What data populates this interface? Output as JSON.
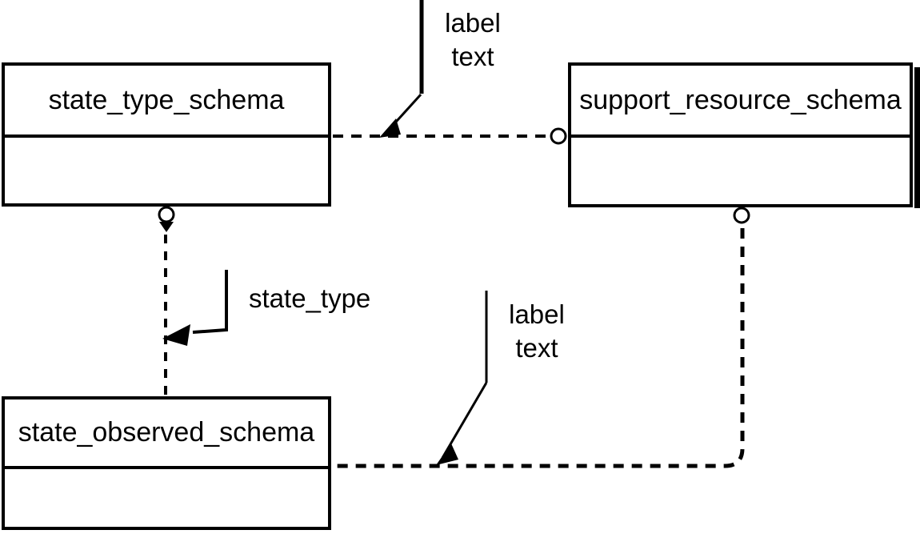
{
  "diagram": {
    "colors": {
      "background": "#ffffff",
      "line": "#000000"
    },
    "entities": {
      "state_type": {
        "title": "state_type_schema"
      },
      "support_resource": {
        "title": "support_resource_schema"
      },
      "state_observed": {
        "title": "state_observed_schema"
      }
    },
    "annotations": {
      "top_edge_label": {
        "line1": "label",
        "line2": "text"
      },
      "state_type_edge_label": {
        "text": "state_type"
      },
      "bottom_edge_label": {
        "line1": "label",
        "line2": "text"
      }
    },
    "connections": [
      {
        "from": "state_type_schema",
        "to": "support_resource_schema",
        "line_style": "dashed",
        "end_marker_at_support_resource": "circle",
        "label": "label text"
      },
      {
        "from": "state_type_schema",
        "to": "state_observed_schema",
        "line_style": "dashed",
        "start_marker_at_state_type": "circle-with-arrow",
        "label": "state_type"
      },
      {
        "from": "support_resource_schema",
        "to": "state_observed_schema",
        "line_style": "dashed",
        "start_marker_at_support_resource": "circle",
        "label": "label text"
      }
    ]
  }
}
